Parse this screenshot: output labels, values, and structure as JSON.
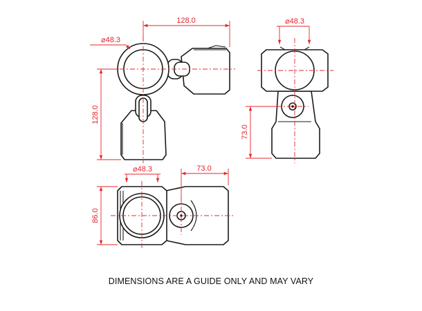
{
  "views": {
    "top_left": {
      "width_dim": "128.0",
      "height_dim": "128.0",
      "diameter_dim": "⌀48.3"
    },
    "top_right": {
      "diameter_dim": "⌀48.3",
      "height_dim": "73.0"
    },
    "bottom": {
      "diameter_dim": "⌀48.3",
      "offset_dim": "73.0",
      "height_dim": "86.0"
    }
  },
  "footer": {
    "note": "DIMENSIONS ARE A GUIDE ONLY AND MAY VARY"
  },
  "colors": {
    "outline": "#1a1a1a",
    "dimension": "#e5242b",
    "background": "#ffffff"
  }
}
